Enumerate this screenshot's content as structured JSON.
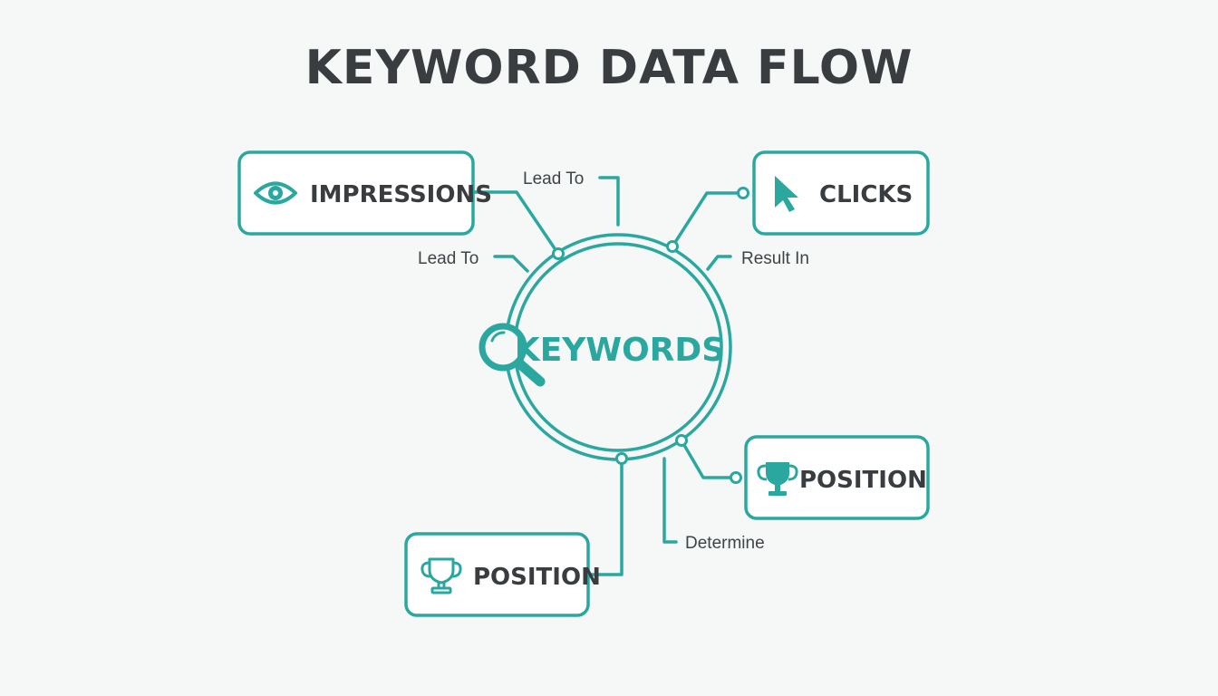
{
  "title": "KEYWORD DATA FLOW",
  "colors": {
    "accent": "#2aa8a0",
    "text": "#3a3d40",
    "background": "#f6f7f7"
  },
  "center": {
    "label": "KEYWORDS",
    "icon": "magnifying-glass-icon"
  },
  "nodes": [
    {
      "id": "impressions",
      "label": "IMPRESSIONS",
      "icon": "eye-icon"
    },
    {
      "id": "clicks",
      "label": "CLICKS",
      "icon": "cursor-arrow-icon"
    },
    {
      "id": "position-right",
      "label": "POSITION",
      "icon": "trophy-icon"
    },
    {
      "id": "position-bottom",
      "label": "POSITION",
      "icon": "trophy-icon"
    }
  ],
  "edge_labels": [
    {
      "id": "lead-to-top",
      "text": "Lead To"
    },
    {
      "id": "lead-to-left",
      "text": "Lead To"
    },
    {
      "id": "result-in",
      "text": "Result In"
    },
    {
      "id": "determine",
      "text": "Determine"
    }
  ]
}
